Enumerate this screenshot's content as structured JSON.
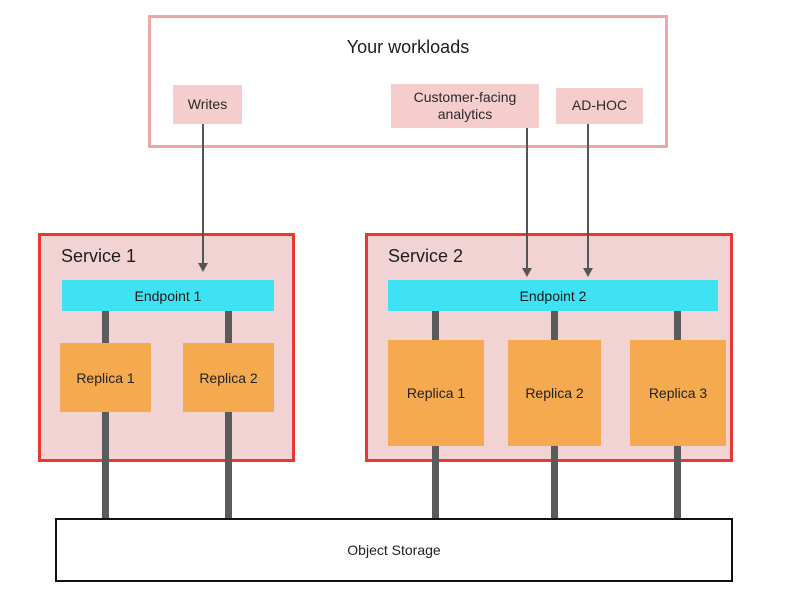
{
  "diagram": {
    "workloads": {
      "title": "Your workloads",
      "items": [
        {
          "label": "Writes"
        },
        {
          "label": "Customer-facing analytics"
        },
        {
          "label": "AD-HOC"
        }
      ]
    },
    "services": [
      {
        "title": "Service 1",
        "endpoint": "Endpoint 1",
        "replicas": [
          "Replica 1",
          "Replica 2"
        ]
      },
      {
        "title": "Service 2",
        "endpoint": "Endpoint 2",
        "replicas": [
          "Replica 1",
          "Replica 2",
          "Replica 3"
        ]
      }
    ],
    "storage": {
      "label": "Object Storage"
    },
    "colors": {
      "workloads_border": "#f0a6a6",
      "workload_item_bg": "#f6cdcd",
      "service_border": "#e8392c",
      "service_bg": "#f2d3d3",
      "endpoint_bg": "#3fe2f2",
      "replica_bg": "#f5aa4f",
      "connector": "#5b5b5b",
      "arrow": "#555555",
      "storage_border": "#111111"
    }
  }
}
